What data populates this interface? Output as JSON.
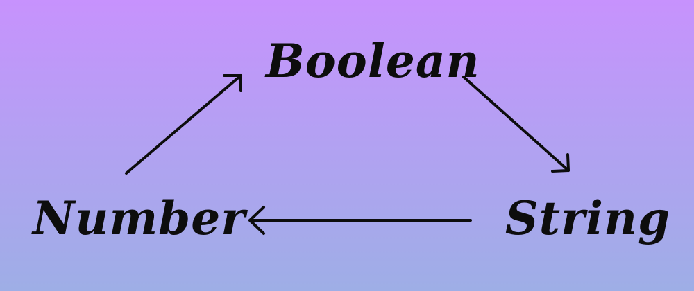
{
  "diagram": {
    "nodes": {
      "boolean": "Boolean",
      "number": "Number",
      "string": "String"
    },
    "edges": [
      {
        "from": "Number",
        "to": "Boolean"
      },
      {
        "from": "Boolean",
        "to": "String"
      },
      {
        "from": "String",
        "to": "Number"
      }
    ]
  }
}
